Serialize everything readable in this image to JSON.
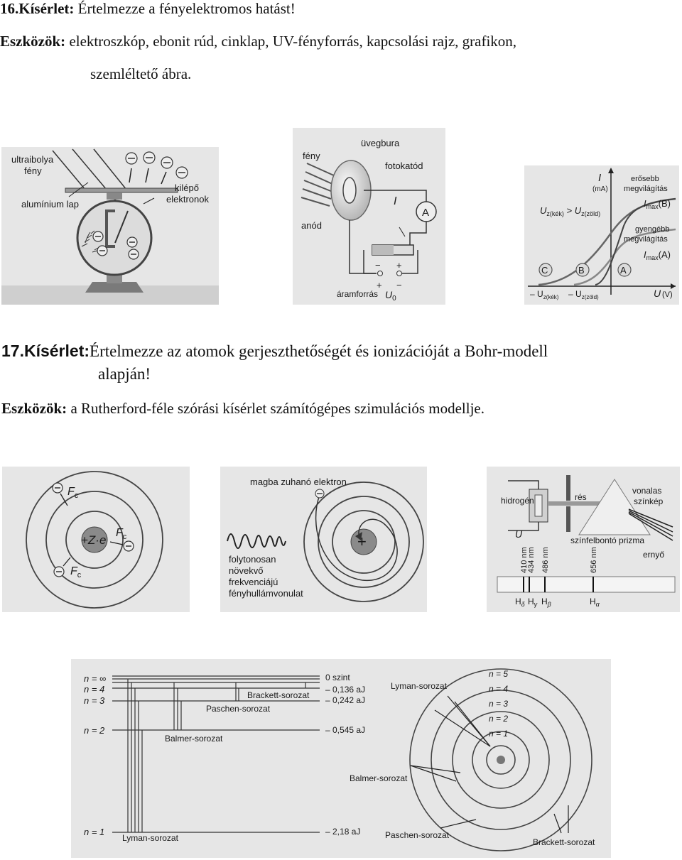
{
  "exp16": {
    "number_label": "16.Kísérlet:",
    "title": " Értelmezze a fényelektromos hatást!",
    "tools_label": "Eszközök:",
    "tools_text": " elektroszkóp, ebonit rúd, cinklap, UV-fényforrás, kapcsolási rajz, grafikon,",
    "tools_cont": "szemléltető ábra."
  },
  "exp17": {
    "number_label": "17.Kísérlet:",
    "title": "Értelmezze az atomok gerjeszthetőségét és ionizációját a Bohr-modell",
    "title_cont": "alapján!",
    "tools_label": "Eszközök:",
    "tools_text": " a Rutherford-féle szórási kísérlet számítógépes szimulációs modellje."
  },
  "fig_electroscope": {
    "uv_label_1": "ultraibolya",
    "uv_label_2": "fény",
    "plate_label": "alumínium lap",
    "electrons_label_1": "kilépő",
    "electrons_label_2": "elektronok"
  },
  "fig_photocell": {
    "light": "fény",
    "bulb": "üvegbura",
    "cathode": "fotokatód",
    "current": "I",
    "ammeter": "A",
    "anode": "anód",
    "minus": "−",
    "plus": "+",
    "plus2": "+",
    "minus2": "−",
    "source": "áramforrás",
    "voltage": "U",
    "voltage_sub": "0"
  },
  "fig_graph": {
    "y_axis": "I",
    "y_unit": "(mA)",
    "strong_1": "erősebb",
    "strong_2": "megvilágítás",
    "imax_b": "I",
    "imax_b_sub": "max",
    "imax_b_tail": "(B)",
    "weak_1": "gyengébb",
    "weak_2": "megvilágítás",
    "imax_a": "I",
    "imax_a_sub": "max",
    "imax_a_tail": "(A)",
    "relation": "U",
    "relation_sub1": "z(kék)",
    "relation_mid": " > U",
    "relation_sub2": "z(zöld)",
    "curve_c": "C",
    "curve_b": "B",
    "curve_a": "A",
    "x_tick1": "– U",
    "x_tick1_sub": "z(kék)",
    "x_tick2": "– U",
    "x_tick2_sub": "z(zöld)",
    "x_axis": "U",
    "x_unit": "(V)"
  },
  "fig_force": {
    "fc": "F",
    "fc_sub": "c",
    "nucleus": "+Z·e"
  },
  "fig_collapse": {
    "title": "magba zuhanó elektron",
    "wave_1": "folytonosan",
    "wave_2": "növekvő",
    "wave_3": "frekvenciájú",
    "wave_4": "fényhullámvonulat",
    "nucleus": "+"
  },
  "fig_spectrum": {
    "hydrogen": "hidrogén",
    "slit": "rés",
    "line_spec_1": "vonalas",
    "line_spec_2": "színkép",
    "voltage": "U",
    "prism": "színfelbontó prizma",
    "screen": "ernyő",
    "nm410": "410 nm",
    "nm434": "434 nm",
    "nm486": "486 nm",
    "nm656": "656 nm",
    "h_delta": "H",
    "h_delta_sub": "δ",
    "h_gamma": "H",
    "h_gamma_sub": "γ",
    "h_beta": "H",
    "h_beta_sub": "β",
    "h_alpha": "H",
    "h_alpha_sub": "α"
  },
  "fig_levels": {
    "n_inf": "n = ∞",
    "n4": "n = 4",
    "n3": "n = 3",
    "n2": "n = 2",
    "n1": "n = 1",
    "e_inf": "0 szint",
    "e4": "– 0,136 aJ",
    "e3": "– 0,242 aJ",
    "e2": "– 0,545 aJ",
    "e1": "– 2,18 aJ",
    "brackett": "Brackett-sorozat",
    "paschen": "Paschen-sorozat",
    "balmer": "Balmer-sorozat",
    "lyman": "Lyman-sorozat",
    "r_lyman": "Lyman-sorozat",
    "r_n5": "n = 5",
    "r_n4": "n = 4",
    "r_n3": "n = 3",
    "r_n2": "n = 2",
    "r_n1": "n = 1",
    "r_balmer": "Balmer-sorozat",
    "r_paschen": "Paschen-sorozat",
    "r_brackett": "Brackett-sorozat"
  }
}
